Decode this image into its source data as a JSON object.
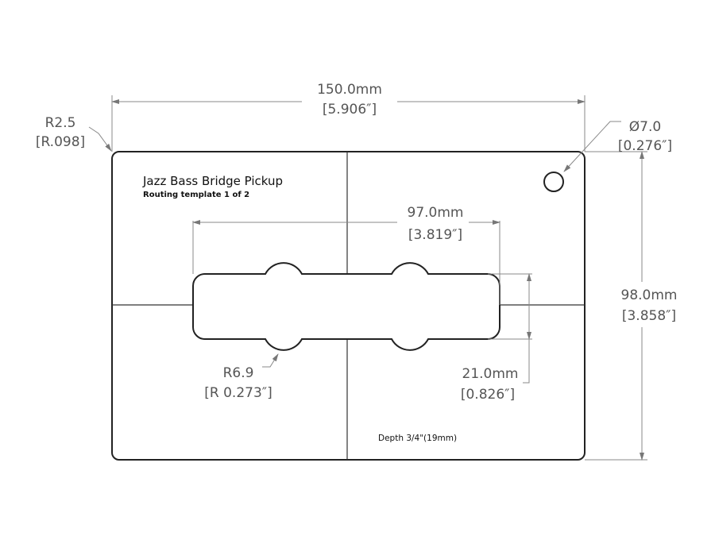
{
  "title": "Jazz Bass Bridge Pickup",
  "subtitle": "Routing template 1 of 2",
  "depth": "Depth 3/4\"(19mm)",
  "dimensions": {
    "width": {
      "mm": "150.0mm",
      "in": "[5.906″]"
    },
    "height": {
      "mm": "98.0mm",
      "in": "[3.858″]"
    },
    "pickup_length": {
      "mm": "97.0mm",
      "in": "[3.819″]"
    },
    "pickup_width": {
      "mm": "21.0mm",
      "in": "[0.826″]"
    },
    "corner_radius": {
      "mm": "R2.5",
      "in": "[R.098]"
    },
    "hole": {
      "mm": "Ø7.0",
      "in": "[0.276″]"
    },
    "lobe_radius": {
      "mm": "R6.9",
      "in": "[R 0.273″]"
    }
  }
}
